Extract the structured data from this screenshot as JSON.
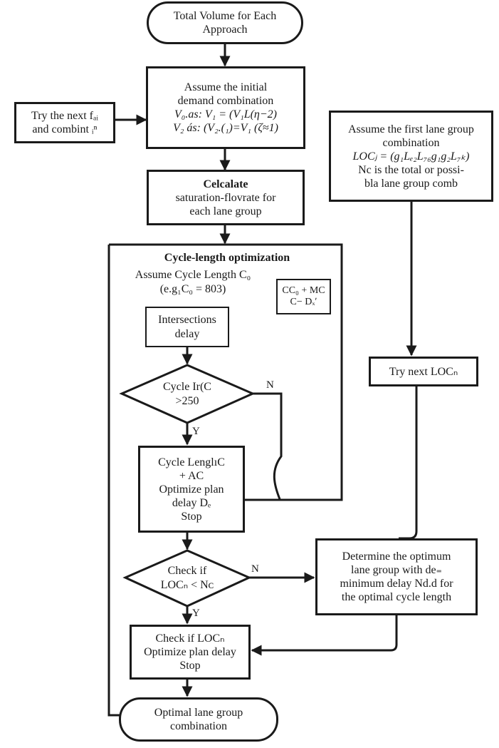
{
  "flowchart": {
    "start": {
      "lines": [
        "Total Volume for Each",
        "Approach"
      ]
    },
    "try_next_fa": {
      "lines": [
        "Try the next fₐᵢ",
        "and combint ᵢⁿ"
      ]
    },
    "assume_initial": {
      "lines": [
        "Assume the initial",
        "demand combination",
        "V₀.as: V₁ = (V₁L(η−2)",
        "V₂ ás: (V₂.(₁)=V₁ (ζ≈1)"
      ]
    },
    "calculate": {
      "title": "Celcalate",
      "lines": [
        "saturation-flovrate for",
        "each lane group"
      ]
    },
    "assume_lane_group": {
      "lines": [
        "Assume the first lane group",
        "combination",
        "LOCⱼ = (g₁Lₑ₂L₇₆g₁g₂L₇ₖ)",
        "Nc is the total or possi-",
        "bla lane group comb"
      ]
    },
    "cycle_box": {
      "title": "Cycle-length optimization",
      "assume_lines": [
        "Assume Cycle Length C₀",
        "(e.g₁C₀ = 803)"
      ],
      "formula_lines": [
        "CC₀ + MC",
        "C− Dₓʹ"
      ]
    },
    "intersections_delay": {
      "lines": [
        "Intersections",
        "delay"
      ]
    },
    "cycle_decision": {
      "lines": [
        "Cycle Ir(C",
        ">250"
      ],
      "yes": "Y",
      "no": "N"
    },
    "cycle_length_box": {
      "lines": [
        "Cycle LenglıC",
        "+ AC",
        "Optimize plan",
        "delay Dₑ",
        "Stop"
      ]
    },
    "try_next_loc": {
      "lines": [
        "Try next LOCₙ"
      ]
    },
    "check_decision": {
      "lines": [
        "Check if",
        "LOCₙ < Nᴄ"
      ],
      "yes": "Y",
      "no": "N"
    },
    "determine_box": {
      "lines": [
        "Determine the optimum",
        "lane group with de₌",
        "minimum delay Nd.d for",
        "the optimal cycle length"
      ]
    },
    "check_optimize_box": {
      "lines": [
        "Check if LOCₙ",
        "Optimize plan delay",
        "Stop"
      ]
    },
    "end": {
      "lines": [
        "Optimal lane group",
        "combination"
      ]
    }
  }
}
